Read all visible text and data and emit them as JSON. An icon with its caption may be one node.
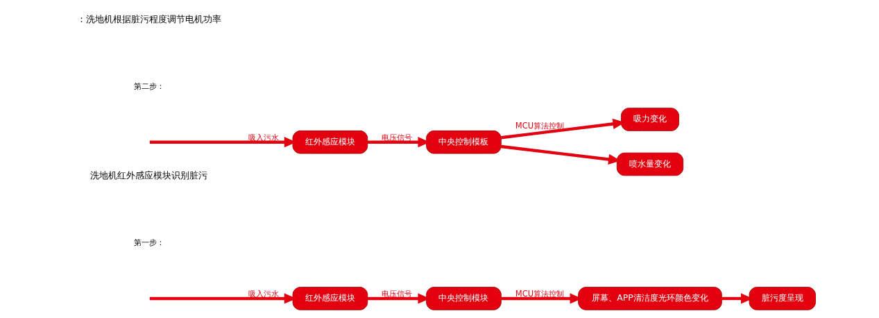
{
  "diagram": {
    "nodes": [
      {
        "text": [
          "红外感应模块"
        ]
      },
      {
        "text": [
          "中央控制模块"
        ]
      },
      {
        "text": [
          "屏幕、APP清洁度光环颜色变化"
        ]
      },
      {
        "text": [
          "脏污度呈现"
        ]
      },
      {
        "text": [
          "红外感应模块"
        ]
      },
      {
        "text": [
          "中央控制模板"
        ]
      },
      {
        "text": [
          "吸力变化"
        ]
      },
      {
        "text": [
          "喷水量变化"
        ]
      }
    ],
    "edges": [
      {
        "from": null,
        "to": 0,
        "arrow": "to",
        "label": "吸入污水"
      },
      {
        "from": 0,
        "to": 1,
        "arrow": "to",
        "label": "电压信号"
      },
      {
        "from": 1,
        "to": 2,
        "arrow": "to",
        "label": "MCU算法控制"
      },
      {
        "from": 2,
        "to": 3,
        "arrow": "to"
      },
      {
        "from": null,
        "to": 4,
        "arrow": "to",
        "label": "吸入污水"
      },
      {
        "from": 4,
        "to": 5,
        "arrow": "to",
        "label": "电压信号"
      },
      {
        "from": 5,
        "to": 6,
        "arrow": "to",
        "label": "MCU算法控制"
      },
      {
        "from": 5,
        "to": 7,
        "arrow": "to"
      }
    ],
    "labels": [
      "洗地机红外感应模块识别脏污",
      "：洗地机根据脏污程度调节电机功率",
      "第一步：",
      "第二步："
    ]
  }
}
